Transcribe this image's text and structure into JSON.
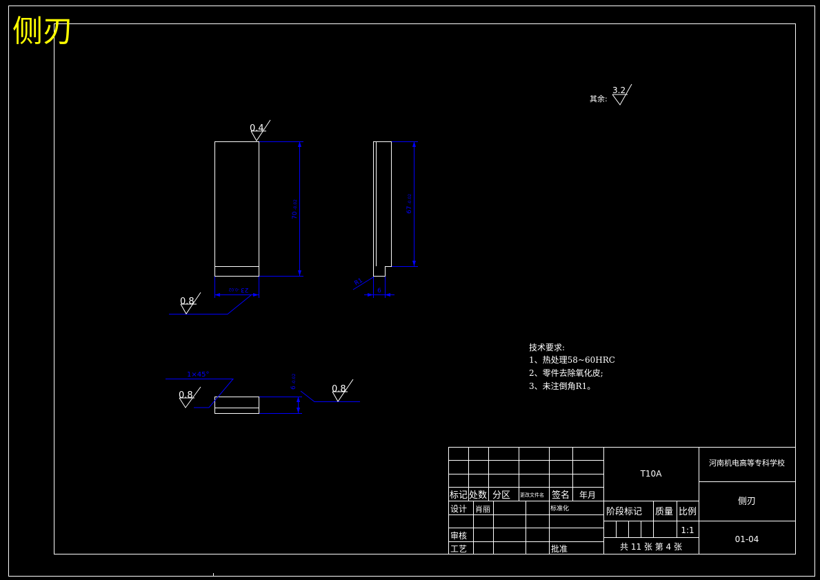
{
  "drawing": {
    "title": "侧刃",
    "roughness_general_prefix": "其余:",
    "roughness_general": "3.2",
    "roughness_top": "0.4",
    "roughness_left": "0.8",
    "roughness_bottom_left": "0.8",
    "roughness_bottom_right": "0.8",
    "dim_height_front": "70",
    "dim_height_front_tol": "-0.02",
    "dim_width_front": "23",
    "dim_width_front_tol": "-0.02",
    "dim_height_side": "67",
    "dim_height_side_tol": "-0.02",
    "dim_radius": "R1",
    "dim_thickness_side": "6",
    "dim_chamfer": "1×45°",
    "dim_thickness_bottom": "6",
    "dim_thickness_bottom_tol": "-0.02"
  },
  "tech_requirements": {
    "heading": "技术要求:",
    "items": [
      "1、热处理58~60HRC",
      "2、零件去除氧化皮;",
      "3、未注倒角R1。"
    ]
  },
  "title_block": {
    "material": "T10A",
    "school": "河南机电高等专科学校",
    "part_name": "侧刃",
    "drawing_number": "01-04",
    "col_mark": "标记",
    "col_count": "处数",
    "col_zone": "分区",
    "col_doc": "更改文件名",
    "col_sign": "签名",
    "col_date": "年月",
    "row_design": "设计",
    "designer": "肖丽",
    "standardize": "标准化",
    "row_review": "审核",
    "row_process": "工艺",
    "approve": "批准",
    "stage_mark": "阶段标记",
    "weight": "质量",
    "scale_label": "比例",
    "scale": "1:1",
    "total_sheets": "共 11 张 第 4 张"
  },
  "colors": {
    "background": "#000000",
    "outline": "#ffffff",
    "dimension": "#0000ff",
    "title": "#ffff00"
  }
}
